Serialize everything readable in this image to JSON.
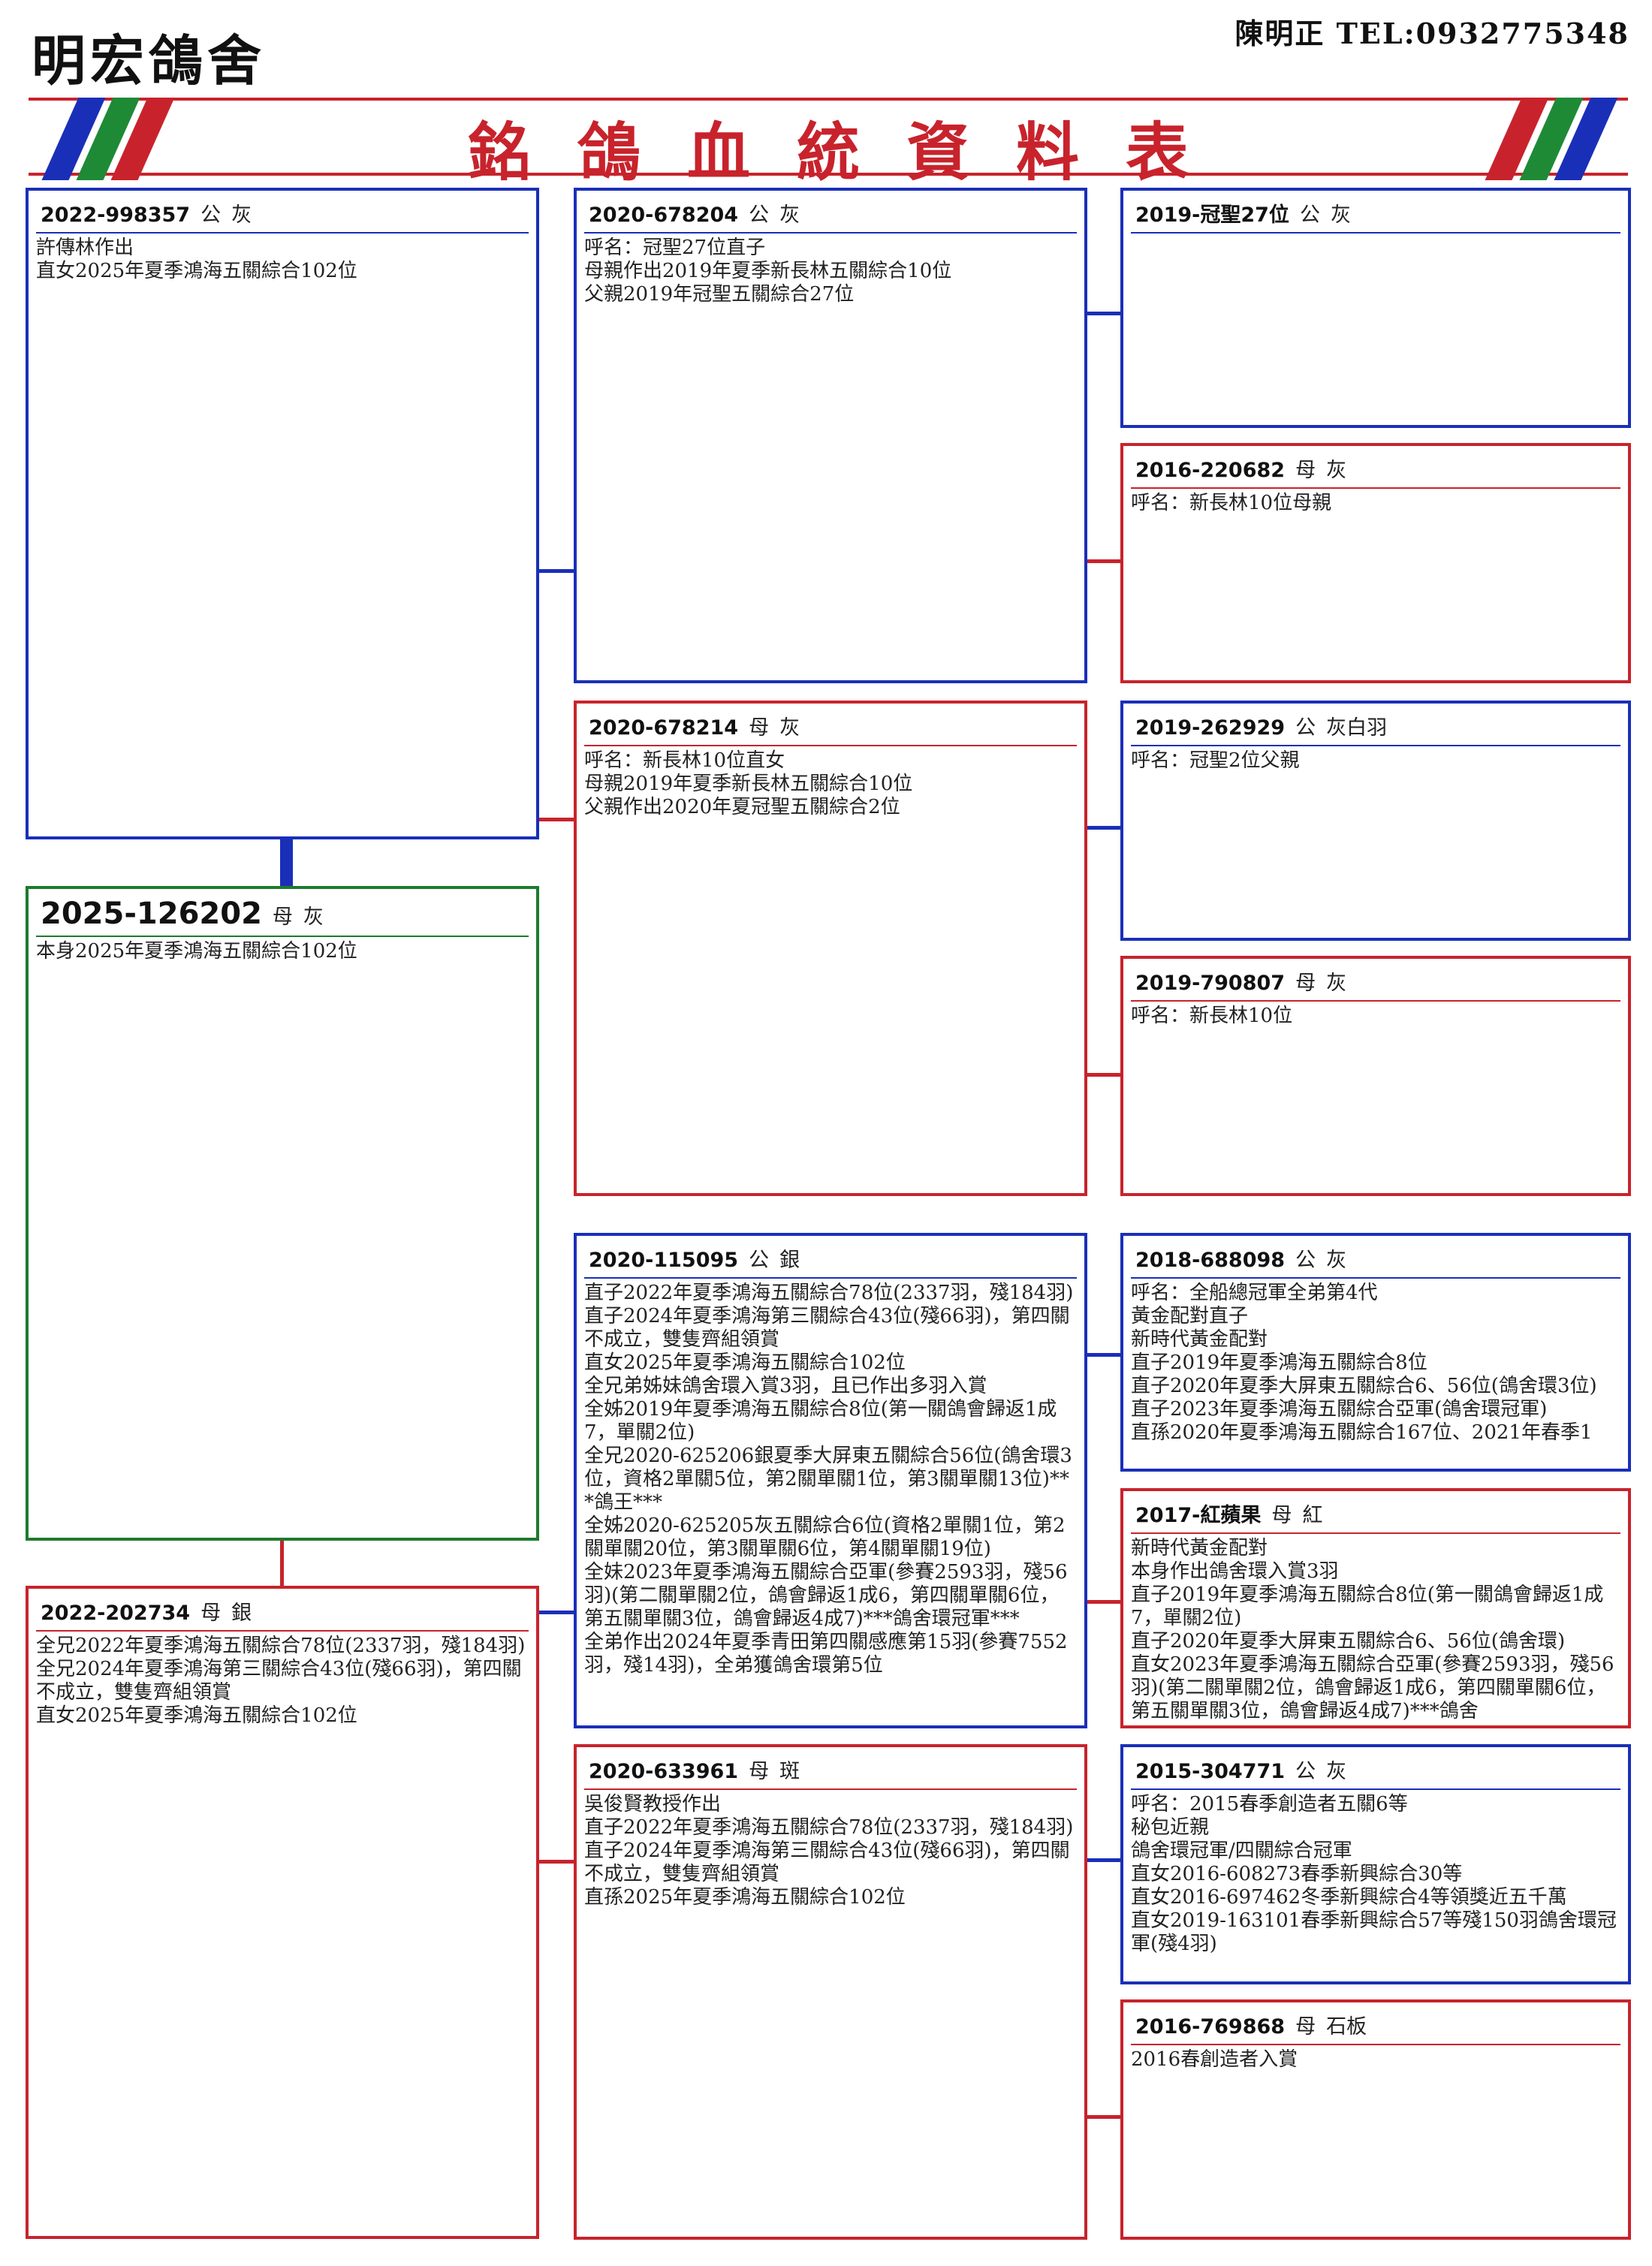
{
  "header": {
    "loft_name": "明宏鴿舍",
    "contact": "陳明正 TEL:0932775348",
    "title": "銘鴿血統資料表"
  },
  "colors": {
    "cock_border": "#1a2fb8",
    "hen_border": "#c8232c",
    "subject_border": "#1e7a2e",
    "stripe_blue": "#1a2fb8",
    "stripe_green": "#1e8a36",
    "stripe_red": "#c8232c"
  },
  "pigeons": {
    "subject": {
      "ring": "2025-126202",
      "sex": "母",
      "color": "灰",
      "notes": [
        "本身2025年夏季鴻海五關綜合102位"
      ]
    },
    "sire": {
      "ring": "2022-998357",
      "sex": "公",
      "color": "灰",
      "notes": [
        "許傳林作出",
        "直女2025年夏季鴻海五關綜合102位"
      ]
    },
    "dam": {
      "ring": "2022-202734",
      "sex": "母",
      "color": "銀",
      "notes": [
        "全兄2022年夏季鴻海五關綜合78位(2337羽，殘184羽)",
        "全兄2024年夏季鴻海第三關綜合43位(殘66羽)，第四關不成立，雙隻齊組領賞",
        "直女2025年夏季鴻海五關綜合102位"
      ]
    },
    "sire_sire": {
      "ring": "2020-678204",
      "sex": "公",
      "color": "灰",
      "notes": [
        "呼名：冠聖27位直子",
        "母親作出2019年夏季新長林五關綜合10位",
        "父親2019年冠聖五關綜合27位"
      ]
    },
    "sire_dam": {
      "ring": "2020-678214",
      "sex": "母",
      "color": "灰",
      "notes": [
        "呼名：新長林10位直女",
        "母親2019年夏季新長林五關綜合10位",
        "父親作出2020年夏冠聖五關綜合2位"
      ]
    },
    "dam_sire": {
      "ring": "2020-115095",
      "sex": "公",
      "color": "銀",
      "notes": [
        "直子2022年夏季鴻海五關綜合78位(2337羽，殘184羽)",
        "直子2024年夏季鴻海第三關綜合43位(殘66羽)，第四關不成立，雙隻齊組領賞",
        "直女2025年夏季鴻海五關綜合102位",
        "全兄弟姊妹鴿舍環入賞3羽，且已作出多羽入賞",
        "全姊2019年夏季鴻海五關綜合8位(第一關鴿會歸返1成7，單關2位)",
        "全兄2020-625206銀夏季大屏東五關綜合56位(鴿舍環3位，資格2單關5位，第2關單關1位，第3關單關13位)***鴿王***",
        "全姊2020-625205灰五關綜合6位(資格2單關1位，第2關單關20位，第3關單關6位，第4關單關19位)",
        "全妹2023年夏季鴻海五關綜合亞軍(參賽2593羽，殘56羽)(第二關單關2位，鴿會歸返1成6，第四關單關6位，第五關單關3位，鴿會歸返4成7)***鴿舍環冠軍***",
        "全弟作出2024年夏季青田第四關感應第15羽(參賽7552羽，殘14羽)，全弟獲鴿舍環第5位"
      ]
    },
    "dam_dam": {
      "ring": "2020-633961",
      "sex": "母",
      "color": "斑",
      "notes": [
        "吳俊賢教授作出",
        "直子2022年夏季鴻海五關綜合78位(2337羽，殘184羽)",
        "直子2024年夏季鴻海第三關綜合43位(殘66羽)，第四關不成立，雙隻齊組領賞",
        "直孫2025年夏季鴻海五關綜合102位"
      ]
    },
    "ss_sire": {
      "ring": "2019-冠聖27位",
      "sex": "公",
      "color": "灰",
      "notes": []
    },
    "ss_dam": {
      "ring": "2016-220682",
      "sex": "母",
      "color": "灰",
      "notes": [
        "呼名：新長林10位母親"
      ]
    },
    "sd_sire": {
      "ring": "2019-262929",
      "sex": "公",
      "color": "灰白羽",
      "notes": [
        "呼名：冠聖2位父親"
      ]
    },
    "sd_dam": {
      "ring": "2019-790807",
      "sex": "母",
      "color": "灰",
      "notes": [
        "呼名：新長林10位"
      ]
    },
    "ds_sire": {
      "ring": "2018-688098",
      "sex": "公",
      "color": "灰",
      "notes": [
        "呼名：全船總冠軍全弟第4代",
        "黃金配對直子",
        "新時代黃金配對",
        "直子2019年夏季鴻海五關綜合8位",
        "直子2020年夏季大屏東五關綜合6、56位(鴿舍環3位)",
        "直子2023年夏季鴻海五關綜合亞軍(鴿舍環冠軍)",
        "直孫2020年夏季鴻海五關綜合167位、2021年春季1"
      ]
    },
    "ds_dam": {
      "ring": "2017-紅蘋果",
      "sex": "母",
      "color": "紅",
      "notes": [
        "新時代黃金配對",
        "本身作出鴿舍環入賞3羽",
        "直子2019年夏季鴻海五關綜合8位(第一關鴿會歸返1成7，單關2位)",
        "直子2020年夏季大屏東五關綜合6、56位(鴿舍環)",
        "直女2023年夏季鴻海五關綜合亞軍(參賽2593羽，殘56羽)(第二關單關2位，鴿會歸返1成6，第四關單關6位，第五關單關3位，鴿會歸返4成7)***鴿舍"
      ]
    },
    "dd_sire": {
      "ring": "2015-304771",
      "sex": "公",
      "color": "灰",
      "notes": [
        "呼名：2015春季創造者五關6等",
        "秘包近親",
        "鴿舍環冠軍/四關綜合冠軍",
        "直女2016-608273春季新興綜合30等",
        "直女2016-697462冬季新興綜合4等領獎近五千萬",
        "直女2019-163101春季新興綜合57等殘150羽鴿舍環冠軍(殘4羽)"
      ]
    },
    "dd_dam": {
      "ring": "2016-769868",
      "sex": "母",
      "color": "石板",
      "notes": [
        "2016春創造者入賞"
      ]
    }
  }
}
